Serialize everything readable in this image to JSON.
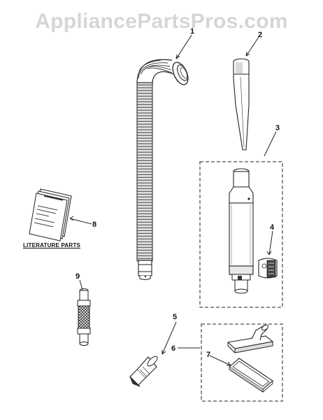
{
  "watermark": "AppliancePartsPros.com",
  "literature_label": "LITERATURE PARTS",
  "callouts": [
    "1",
    "2",
    "3",
    "4",
    "5",
    "6",
    "7",
    "8",
    "9"
  ]
}
